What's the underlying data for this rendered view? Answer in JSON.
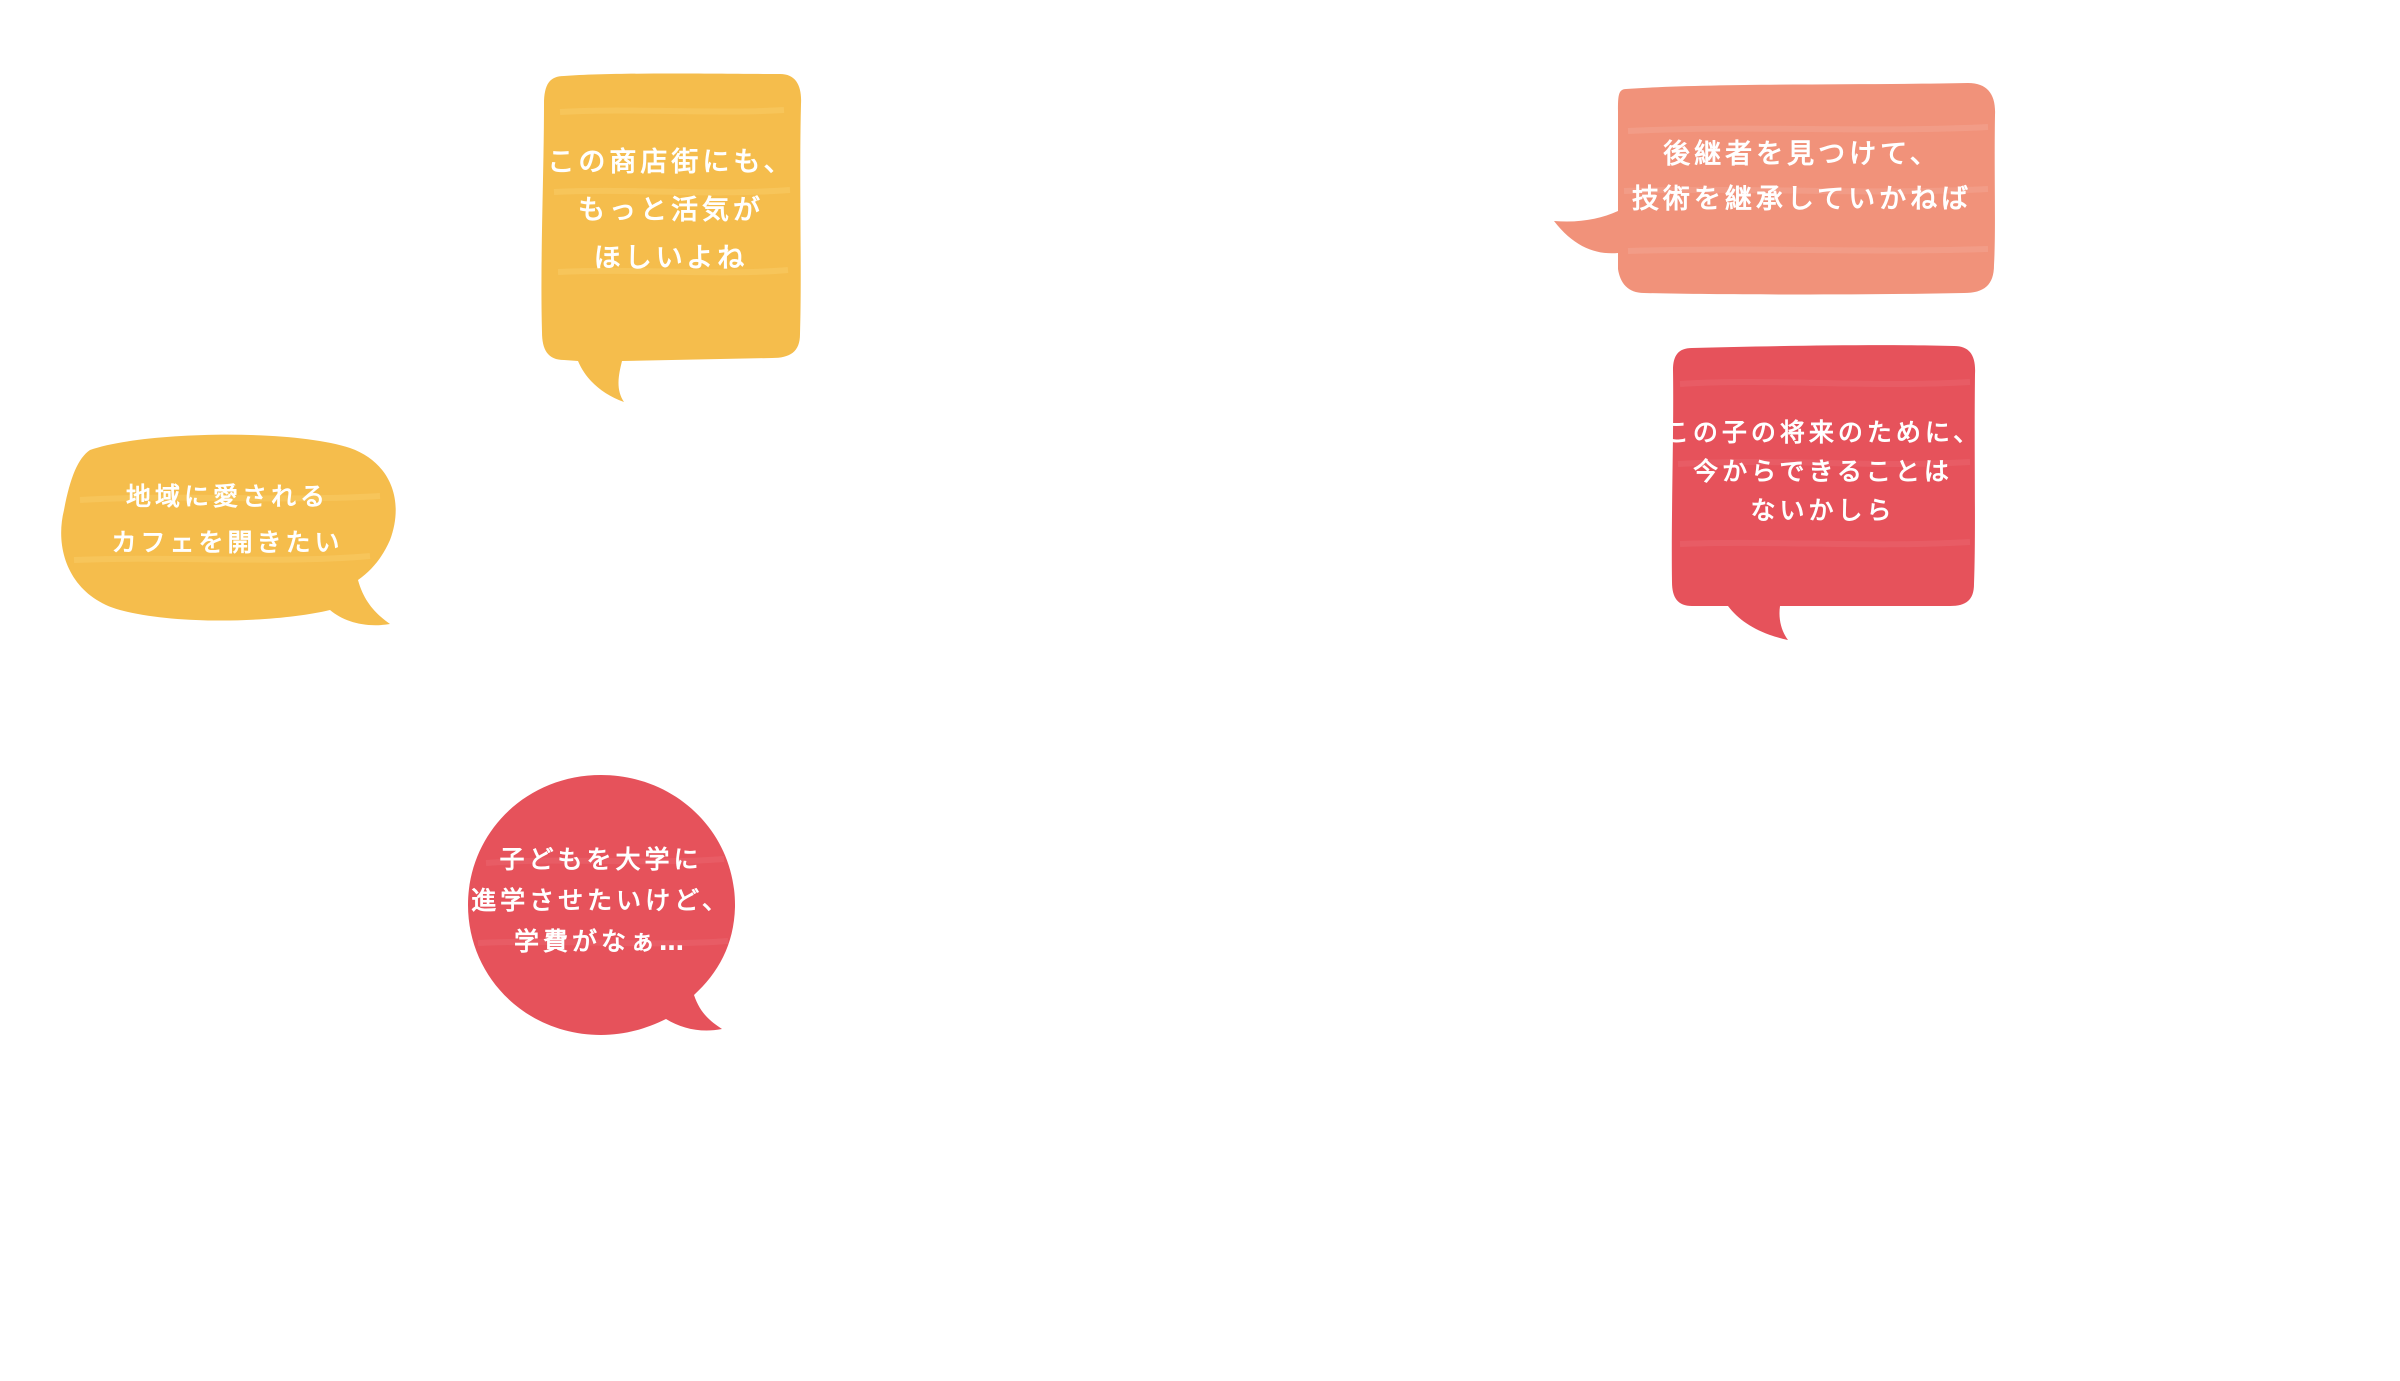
{
  "colors": {
    "yellow": "#F5BD4C",
    "salmon": "#F1927A",
    "red": "#E6525B",
    "background": "#FFFFFF",
    "text": "#FFFFFF"
  },
  "bubbles": [
    {
      "lines": [
        "この商店街にも、",
        "もっと活気が",
        "ほしいよね"
      ]
    },
    {
      "lines": [
        "地域に愛される",
        "カフェを開きたい"
      ]
    },
    {
      "lines": [
        "子どもを大学に",
        "進学させたいけど、",
        "学費がなぁ…"
      ]
    },
    {
      "lines": [
        "後継者を見つけて、",
        "技術を継承していかねば"
      ]
    },
    {
      "lines": [
        "この子の将来のために、",
        "今からできることは",
        "ないかしら"
      ]
    }
  ]
}
